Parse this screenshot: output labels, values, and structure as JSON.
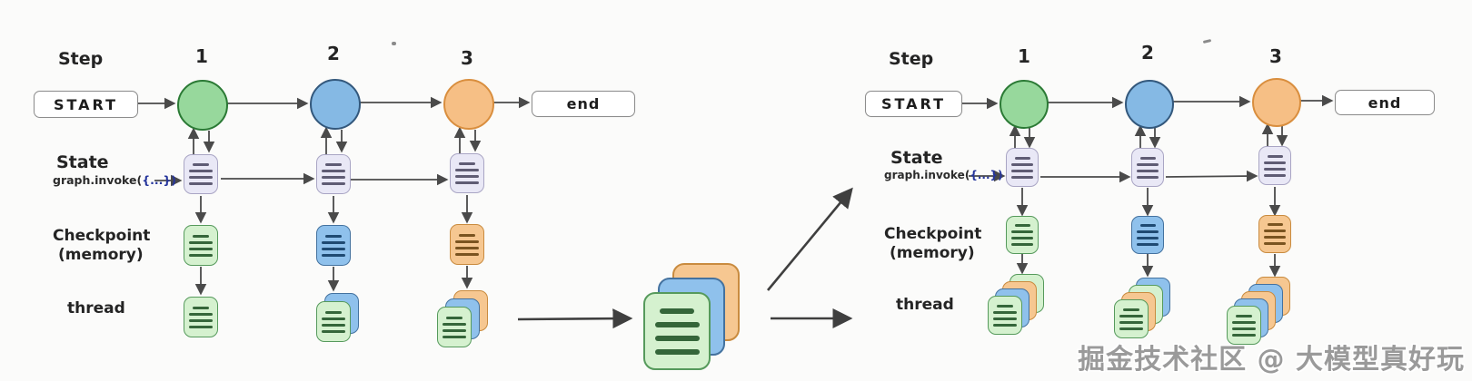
{
  "watermark": "掘金技术社区 @ 大模型真好玩",
  "labels": {
    "step": "Step",
    "step_numbers": [
      "1",
      "2",
      "3"
    ],
    "start": "START",
    "end": "end",
    "state": "State",
    "invoke_prefix": "graph.invoke(",
    "invoke_braces": "{...}",
    "invoke_suffix": ")",
    "checkpoint": "Checkpoint",
    "memory": "(memory)",
    "thread": "thread"
  },
  "colors": {
    "background": "#fbfbfa",
    "step1_fill": "#97d89c",
    "step1_border": "#2b7a35",
    "step2_fill": "#85b9e4",
    "step2_border": "#33587c",
    "step3_fill": "#f6bf85",
    "step3_border": "#d98e3e",
    "state_doc_fill": "#e9e8f6",
    "checkpoint_green": "#d5f1cf",
    "checkpoint_blue": "#8fc1ec",
    "checkpoint_orange": "#f6c791",
    "arrow": "#4a4a4a",
    "invoke_braces_color": "#25359c",
    "watermark_color": "#9a9a9a"
  },
  "structure": {
    "left_diagram": {
      "checkpoint_colors": [
        "green",
        "blue",
        "orange"
      ],
      "thread_stacks_front_to_back": [
        [
          "green"
        ],
        [
          "green",
          "blue"
        ],
        [
          "green",
          "blue",
          "orange"
        ]
      ]
    },
    "merged_stack_front_to_back": [
      "green",
      "blue",
      "orange"
    ],
    "right_diagram": {
      "checkpoint_colors": [
        "green",
        "blue",
        "orange"
      ],
      "thread_stacks_front_to_back": [
        [
          "green",
          "blue",
          "orange",
          "green"
        ],
        [
          "green",
          "orange",
          "green",
          "blue"
        ],
        [
          "green",
          "blue",
          "orange",
          "blue",
          "orange"
        ]
      ]
    }
  }
}
